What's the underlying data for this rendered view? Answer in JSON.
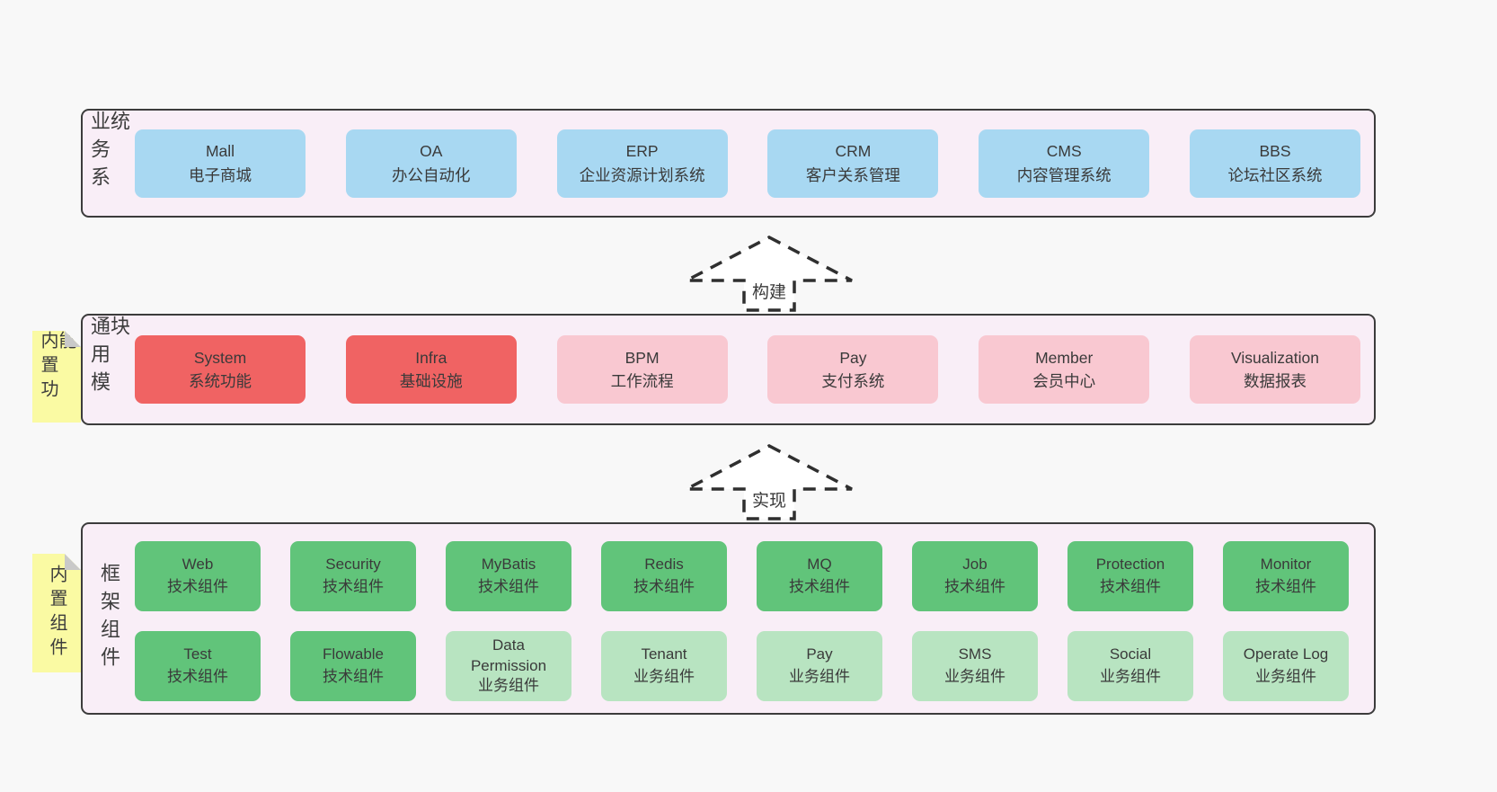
{
  "colors": {
    "page_bg": "#f8f8f8",
    "panel_bg": "#f9eef7",
    "panel_border": "#3c3c3c",
    "blue_box": "#a8d8f2",
    "red_box": "#f06363",
    "pink_box": "#f9c8d1",
    "green_box": "#61c47a",
    "light_green_box": "#b8e4c1",
    "sticky_yellow": "#fafaa3",
    "sticky_fold": "#c9c9c9",
    "text": "#3d3d3d"
  },
  "layers": [
    {
      "label": "业务系统",
      "boxes": [
        {
          "title": "Mall",
          "subtitle": "电子商城"
        },
        {
          "title": "OA",
          "subtitle": "办公自动化"
        },
        {
          "title": "ERP",
          "subtitle": "企业资源计划系统"
        },
        {
          "title": "CRM",
          "subtitle": "客户关系管理"
        },
        {
          "title": "CMS",
          "subtitle": "内容管理系统"
        },
        {
          "title": "BBS",
          "subtitle": "论坛社区系统"
        }
      ]
    },
    {
      "label": "通用模块",
      "note": "内置功能",
      "boxes": [
        {
          "title": "System",
          "subtitle": "系统功能"
        },
        {
          "title": "Infra",
          "subtitle": "基础设施"
        },
        {
          "title": "BPM",
          "subtitle": "工作流程"
        },
        {
          "title": "Pay",
          "subtitle": "支付系统"
        },
        {
          "title": "Member",
          "subtitle": "会员中心"
        },
        {
          "title": "Visualization",
          "subtitle": "数据报表"
        }
      ]
    },
    {
      "label": "框架组件",
      "note": "内置组件",
      "row1": [
        {
          "title": "Web",
          "subtitle": "技术组件"
        },
        {
          "title": "Security",
          "subtitle": "技术组件"
        },
        {
          "title": "MyBatis",
          "subtitle": "技术组件"
        },
        {
          "title": "Redis",
          "subtitle": "技术组件"
        },
        {
          "title": "MQ",
          "subtitle": "技术组件"
        },
        {
          "title": "Job",
          "subtitle": "技术组件"
        },
        {
          "title": "Protection",
          "subtitle": "技术组件"
        },
        {
          "title": "Monitor",
          "subtitle": "技术组件"
        }
      ],
      "row2": [
        {
          "title": "Test",
          "subtitle": "技术组件"
        },
        {
          "title": "Flowable",
          "subtitle": "技术组件"
        },
        {
          "title": "Data Permission",
          "subtitle": "业务组件"
        },
        {
          "title": "Tenant",
          "subtitle": "业务组件"
        },
        {
          "title": "Pay",
          "subtitle": "业务组件"
        },
        {
          "title": "SMS",
          "subtitle": "业务组件"
        },
        {
          "title": "Social",
          "subtitle": "业务组件"
        },
        {
          "title": "Operate Log",
          "subtitle": "业务组件"
        }
      ]
    }
  ],
  "arrows": [
    {
      "label": "构建"
    },
    {
      "label": "实现"
    }
  ]
}
